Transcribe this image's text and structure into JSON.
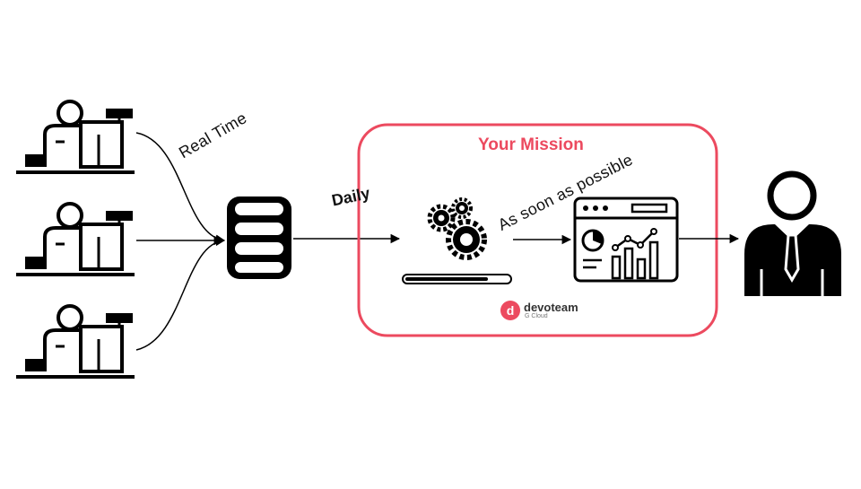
{
  "diagram": {
    "mission_title": "Your Mission",
    "edge_labels": {
      "real_time": "Real Time",
      "daily": "Daily",
      "as_soon_as_possible": "As soon as possible"
    },
    "logo": {
      "name": "devoteam",
      "sub": "G Cloud",
      "mark": "d"
    },
    "nodes": {
      "operators": [
        "cashier-icon",
        "cashier-icon",
        "cashier-icon"
      ],
      "database": "database-icon",
      "processing": [
        "gears-icon",
        "progress-bar"
      ],
      "dashboard": "dashboard-icon",
      "consumer": "businessman-icon"
    },
    "colors": {
      "accent": "#ec4a5f",
      "ink": "#000000"
    }
  }
}
